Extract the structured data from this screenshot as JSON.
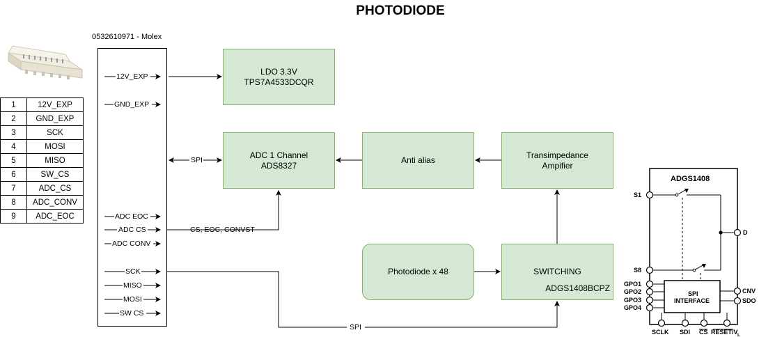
{
  "title": "PHOTODIODE",
  "connector": {
    "caption": "0532610971 - Molex",
    "pins": [
      {
        "num": "1",
        "signal": "12V_EXP"
      },
      {
        "num": "2",
        "signal": "GND_EXP"
      },
      {
        "num": "3",
        "signal": "SCK"
      },
      {
        "num": "4",
        "signal": "MOSI"
      },
      {
        "num": "5",
        "signal": "MISO"
      },
      {
        "num": "6",
        "signal": "SW_CS"
      },
      {
        "num": "7",
        "signal": "ADC_CS"
      },
      {
        "num": "8",
        "signal": "ADC_CONV"
      },
      {
        "num": "9",
        "signal": "ADC_EOC"
      }
    ],
    "port_labels": {
      "p12v": "12V_EXP",
      "gnd": "GND_EXP",
      "adc_eoc": "ADC EOC",
      "adc_cs": "ADC CS",
      "adc_conv": "ADC CONV",
      "sck": "SCK",
      "miso": "MISO",
      "mosi": "MOSI",
      "sw_cs": "SW CS"
    }
  },
  "blocks": {
    "ldo": {
      "line1": "LDO 3.3V",
      "line2": "TPS7A4533DCQR"
    },
    "adc": {
      "line1": "ADC 1 Channel",
      "line2": "ADS8327"
    },
    "antialias": {
      "line1": "Anti alias"
    },
    "tia": {
      "line1": "Transimpedance",
      "line2": "Ampifier"
    },
    "photodiode": {
      "line1": "Photodiode x 48"
    },
    "switching": {
      "line1": "SWITCHING",
      "line2": "ADGS1408BCPZ"
    }
  },
  "wire_labels": {
    "spi_top": "SPI",
    "cs_eoc": "CS, EOC, CONVST",
    "spi_bottom": "SPI"
  },
  "adgs": {
    "title": "ADGS1408",
    "s1": "S1",
    "s8": "S8",
    "d": "D",
    "gpo1": "GPO1",
    "gpo2": "GPO2",
    "gpo3": "GPO3",
    "gpo4": "GPO4",
    "spi1": "SPI",
    "spi2": "INTERFACE",
    "cnv": "CNV",
    "sdo": "SDO",
    "sclk": "SCLK",
    "sdi": "SDI",
    "cs": "CS",
    "reset": "RESET/V",
    "reset_sub": "L"
  },
  "colors": {
    "block_fill": "#d5e8d4",
    "block_stroke": "#82b366"
  }
}
